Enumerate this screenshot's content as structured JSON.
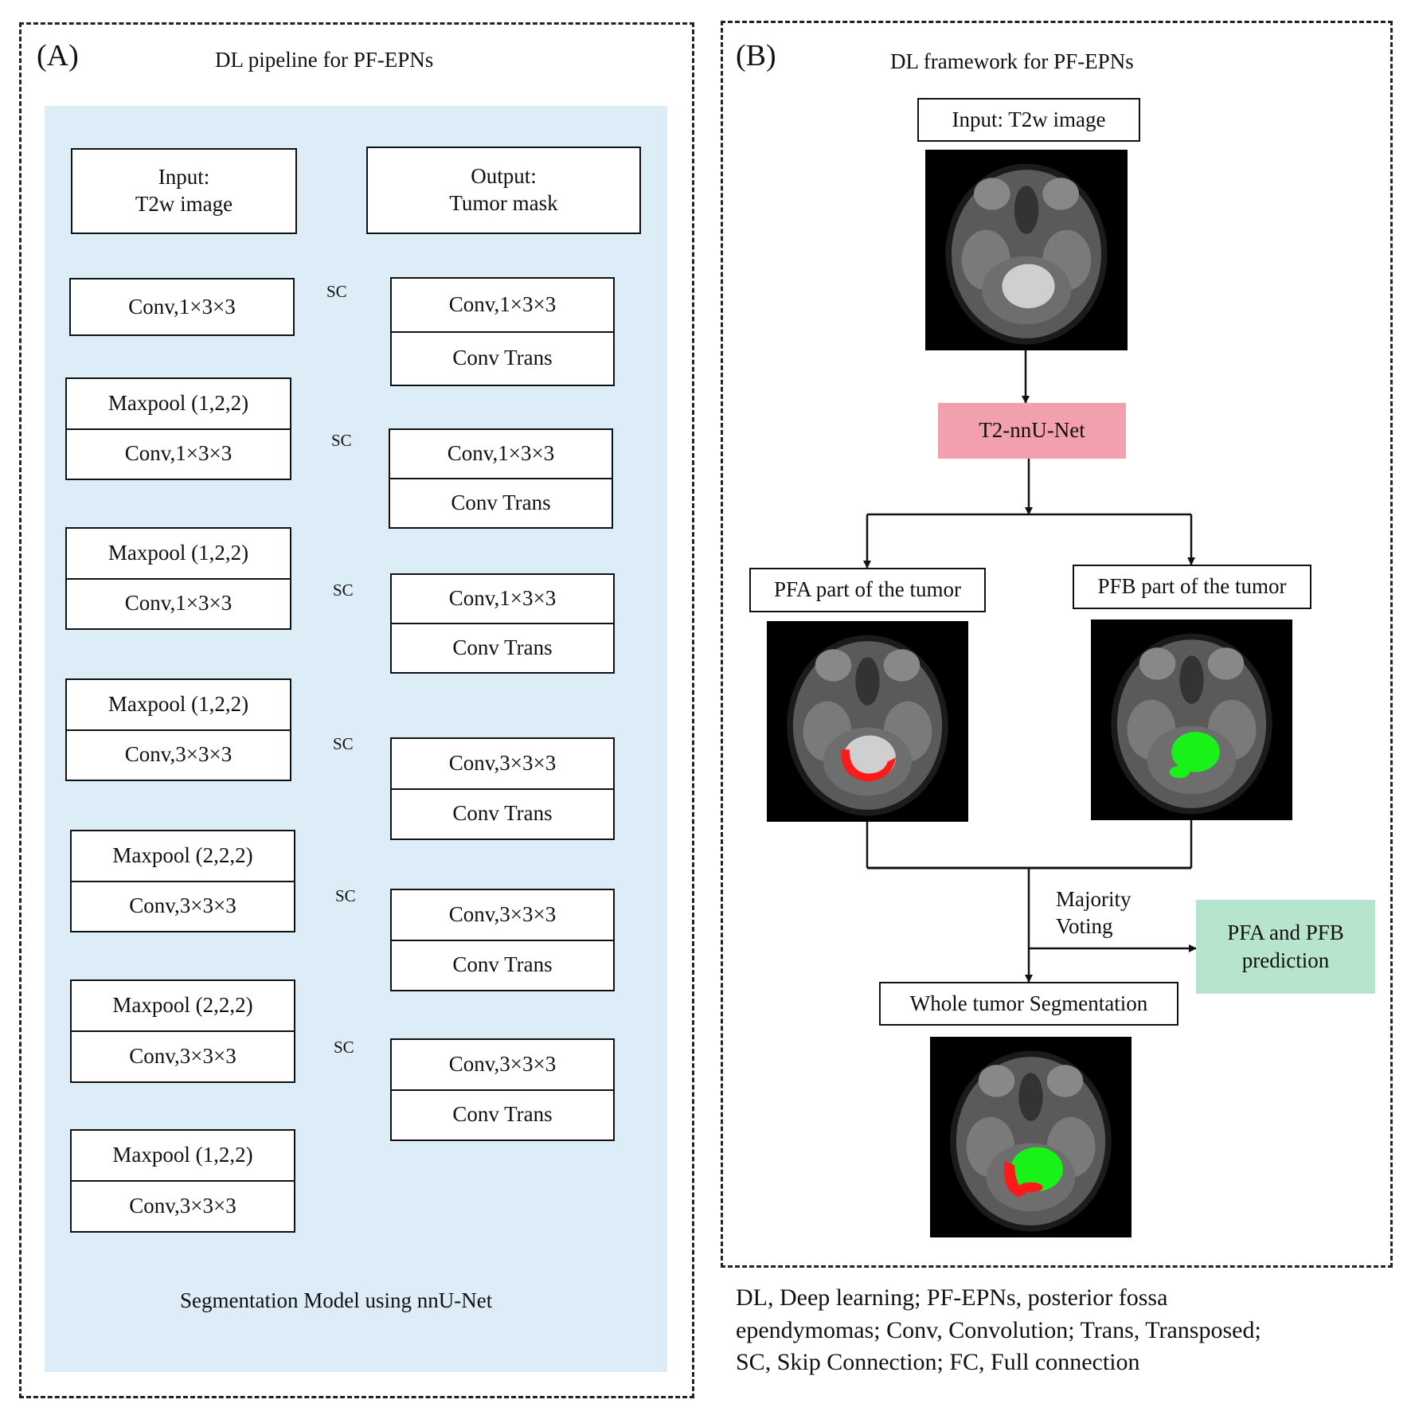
{
  "panel_a": {
    "letter": "(A)",
    "title": "DL pipeline for PF-EPNs",
    "input_label": "Input:",
    "input_sub": "T2w image",
    "output_label": "Output:",
    "output_sub": "Tumor mask",
    "encoder": [
      {
        "top": "",
        "bottom": "Conv,1×3×3"
      },
      {
        "top": "Maxpool (1,2,2)",
        "bottom": "Conv,1×3×3"
      },
      {
        "top": "Maxpool (1,2,2)",
        "bottom": "Conv,1×3×3"
      },
      {
        "top": "Maxpool (1,2,2)",
        "bottom": "Conv,3×3×3"
      },
      {
        "top": "Maxpool (2,2,2)",
        "bottom": "Conv,3×3×3"
      },
      {
        "top": "Maxpool (2,2,2)",
        "bottom": "Conv,3×3×3"
      },
      {
        "top": "Maxpool (1,2,2)",
        "bottom": "Conv,3×3×3"
      }
    ],
    "decoder": [
      {
        "conv": "Conv,1×3×3",
        "trans": "Conv Trans"
      },
      {
        "conv": "Conv,1×3×3",
        "trans": "Conv Trans"
      },
      {
        "conv": "Conv,1×3×3",
        "trans": "Conv Trans"
      },
      {
        "conv": "Conv,3×3×3",
        "trans": "Conv Trans"
      },
      {
        "conv": "Conv,3×3×3",
        "trans": "Conv Trans"
      },
      {
        "conv": "Conv,3×3×3",
        "trans": "Conv Trans"
      }
    ],
    "skip_label": "SC",
    "footer": "Segmentation Model using nnU-Net"
  },
  "panel_b": {
    "letter": "(B)",
    "title": "DL framework for PF-EPNs",
    "input": "Input: T2w image",
    "model": "T2-nnU-Net",
    "pfa_part": "PFA part of the tumor",
    "pfb_part": "PFB part of the tumor",
    "voting_line1": "Majority",
    "voting_line2": "Voting",
    "prediction_line1": "PFA and PFB",
    "prediction_line2": "prediction",
    "whole": "Whole tumor Segmentation"
  },
  "caption": {
    "line1": "DL, Deep learning; PF-EPNs, posterior fossa",
    "line2": "ependymomas; Conv, Convolution; Trans, Transposed;",
    "line3": "SC, Skip Connection; FC, Full connection"
  },
  "colors": {
    "shade": "#dcedf8",
    "model": "#f2a0ad",
    "prediction": "#b7e4cc",
    "pfa_mask": "#ff1a1a",
    "pfb_mask": "#19f219"
  }
}
